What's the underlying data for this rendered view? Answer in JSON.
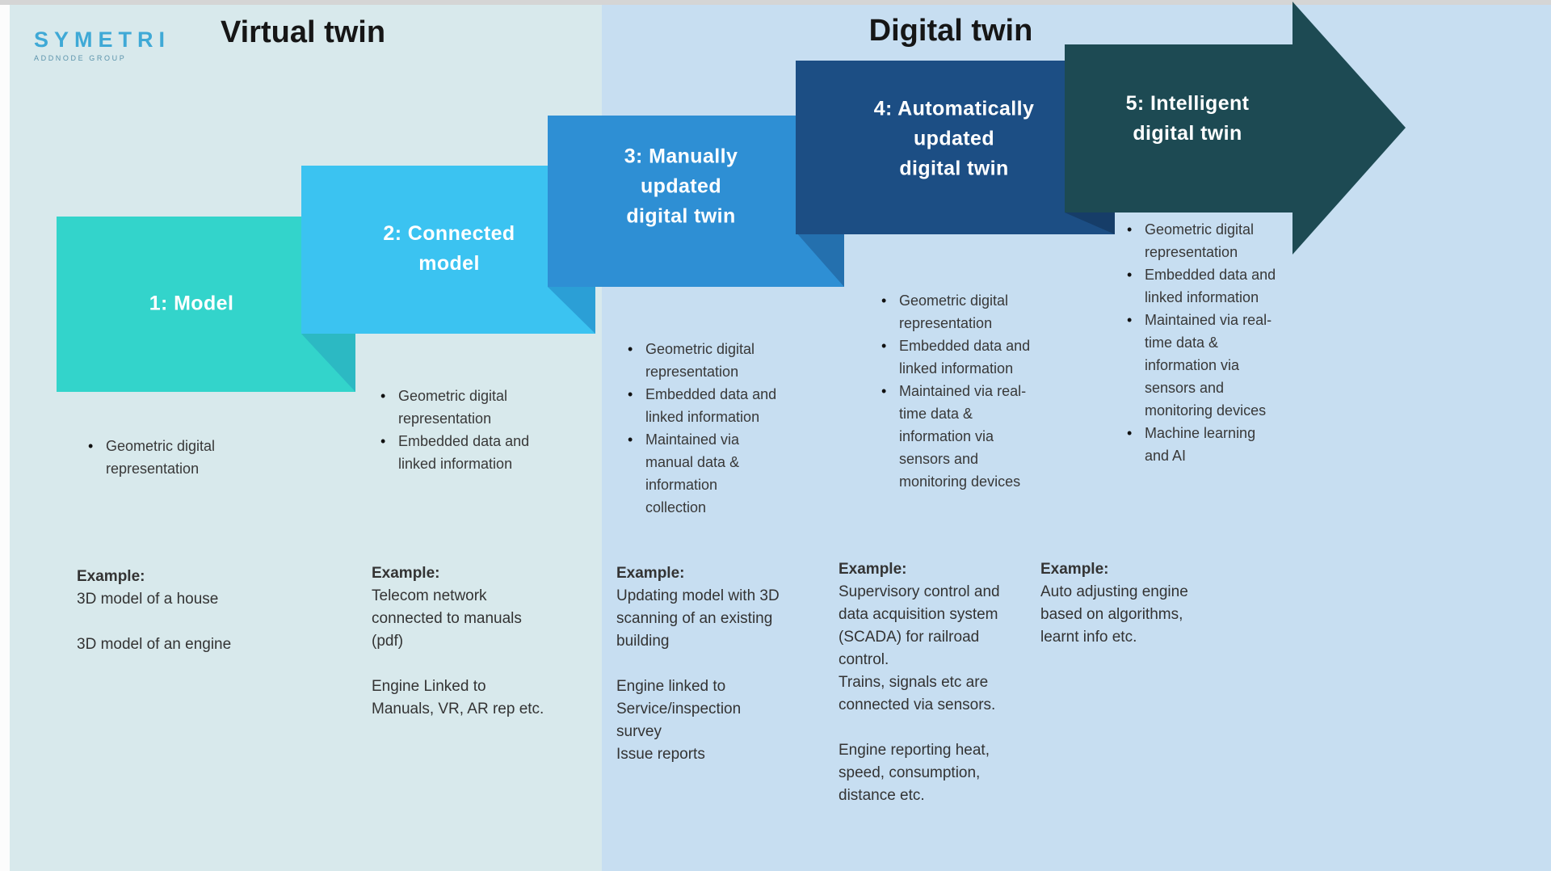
{
  "titles": {
    "virtual": "Virtual twin",
    "digital": "Digital twin"
  },
  "logo": {
    "name": "SYMETRI",
    "subtitle": "ADDNODE GROUP"
  },
  "example_label": "Example:",
  "colors": {
    "background_left": "#d8e9ec",
    "background_right": "#c7def1",
    "stage1": "#33d4cb",
    "stage1_fold": "#2cb9c3",
    "stage2": "#3bc3f1",
    "stage2_fold": "#2b9fd6",
    "stage3": "#2e8fd4",
    "stage3_fold": "#2470ae",
    "stage4": "#1c4e84",
    "stage4_fold": "#163d68",
    "stage5": "#1d4a53",
    "logo_blue": "#3fa9d6",
    "label_text": "#ffffff",
    "body_text": "#383838"
  },
  "stages": [
    {
      "label_lines": [
        "1: Model"
      ],
      "bullets": [
        [
          "Geometric digital",
          "representation"
        ]
      ],
      "example_p1": [
        "3D model of a house"
      ],
      "example_p2": [
        "3D model of an engine"
      ]
    },
    {
      "label_lines": [
        "2: Connected",
        "model"
      ],
      "bullets": [
        [
          "Geometric digital",
          "representation"
        ],
        [
          "Embedded data and",
          "linked information"
        ]
      ],
      "example_p1": [
        "Telecom network",
        "connected to manuals",
        "(pdf)"
      ],
      "example_p2": [
        "Engine Linked to",
        "Manuals, VR, AR rep etc."
      ]
    },
    {
      "label_lines": [
        "3: Manually",
        "updated",
        "digital twin"
      ],
      "bullets": [
        [
          "Geometric digital",
          "representation"
        ],
        [
          "Embedded data and",
          "linked information"
        ],
        [
          "Maintained via",
          "manual data &",
          "information",
          "collection"
        ]
      ],
      "example_p1": [
        "Updating model with 3D",
        "scanning of an existing",
        "building"
      ],
      "example_p2": [
        "Engine linked to",
        "Service/inspection",
        "survey",
        "Issue reports"
      ]
    },
    {
      "label_lines": [
        "4: Automatically",
        "updated",
        "digital twin"
      ],
      "bullets": [
        [
          "Geometric digital",
          "representation"
        ],
        [
          "Embedded data and",
          "linked information"
        ],
        [
          "Maintained via real-",
          "time data &",
          "information via",
          "sensors and",
          "monitoring devices"
        ]
      ],
      "example_p1": [
        "Supervisory control and",
        "data acquisition system",
        "(SCADA) for railroad",
        "control.",
        "Trains, signals etc are",
        "connected via sensors."
      ],
      "example_p2": [
        "Engine reporting heat,",
        "speed, consumption,",
        "distance etc."
      ]
    },
    {
      "label_lines": [
        "5: Intelligent",
        "digital twin"
      ],
      "bullets": [
        [
          "Geometric digital",
          "representation"
        ],
        [
          "Embedded data and",
          "linked information"
        ],
        [
          "Maintained via real-",
          "time data &",
          "information via",
          "sensors and",
          "monitoring devices"
        ],
        [
          "Machine learning",
          "and AI"
        ]
      ],
      "example_p1": [
        "Auto adjusting engine",
        "based on algorithms,",
        "learnt info etc."
      ]
    }
  ]
}
